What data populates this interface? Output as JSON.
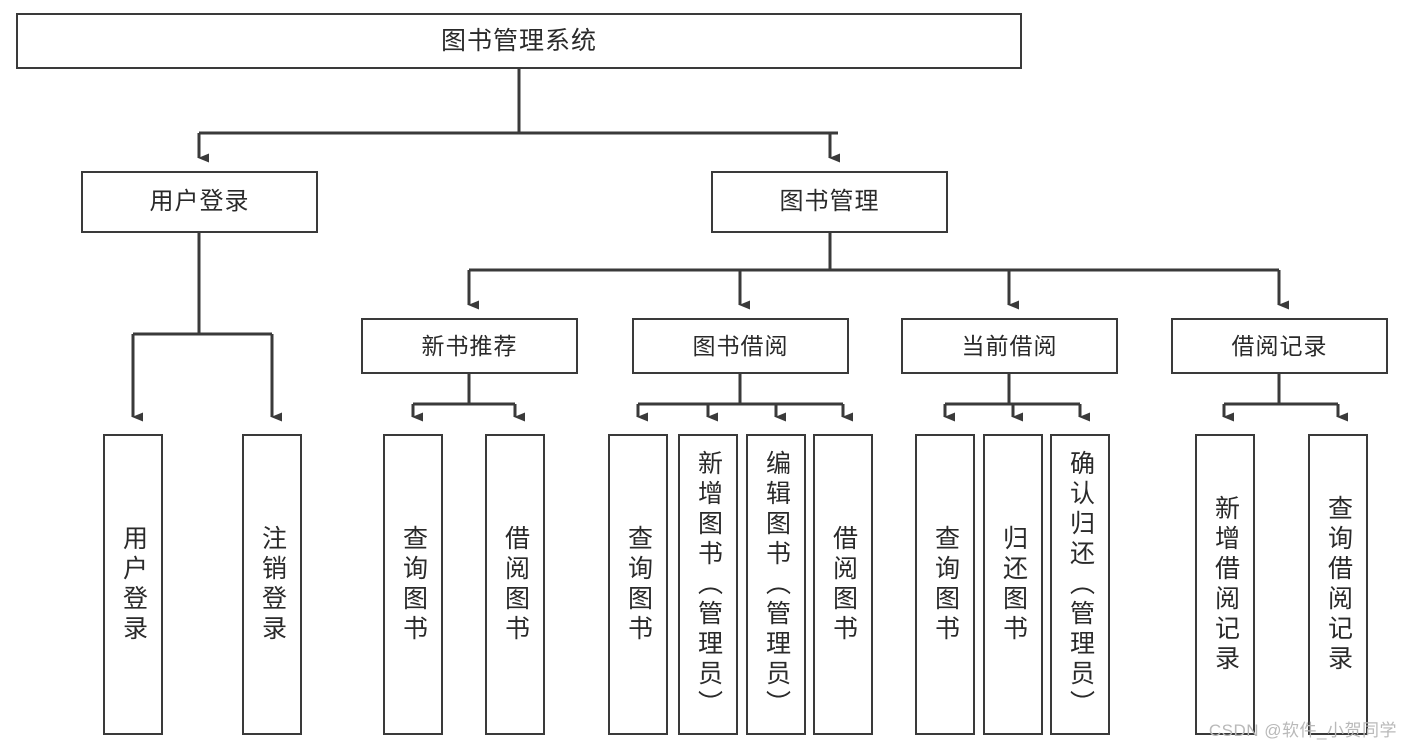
{
  "diagram": {
    "title": "图书管理系统",
    "type": "tree",
    "watermark": "CSDN @软件_小贺同学",
    "colors": {
      "box_border": "#3a3a3a",
      "box_fill": "#ffffff",
      "connector": "#3a3a3a",
      "text": "#2a2a2a",
      "watermark": "#b9b9b9"
    },
    "root": {
      "label": "图书管理系统"
    },
    "level2": [
      {
        "label": "用户登录"
      },
      {
        "label": "图书管理"
      }
    ],
    "level3": [
      {
        "label": "新书推荐"
      },
      {
        "label": "图书借阅"
      },
      {
        "label": "当前借阅"
      },
      {
        "label": "借阅记录"
      }
    ],
    "leaves": {
      "user_login": [
        {
          "label": "用户登录"
        },
        {
          "label": "注销登录"
        }
      ],
      "new_book": [
        {
          "label": "查询图书"
        },
        {
          "label": "借阅图书"
        }
      ],
      "book_borrow": [
        {
          "label": "查询图书"
        },
        {
          "label": "新增图书（管理员）"
        },
        {
          "label": "编辑图书（管理员）"
        },
        {
          "label": "借阅图书"
        }
      ],
      "current_borrow": [
        {
          "label": "查询图书"
        },
        {
          "label": "归还图书"
        },
        {
          "label": "确认归还（管理员）"
        }
      ],
      "borrow_record": [
        {
          "label": "新增借阅记录"
        },
        {
          "label": "查询借阅记录"
        }
      ]
    }
  }
}
